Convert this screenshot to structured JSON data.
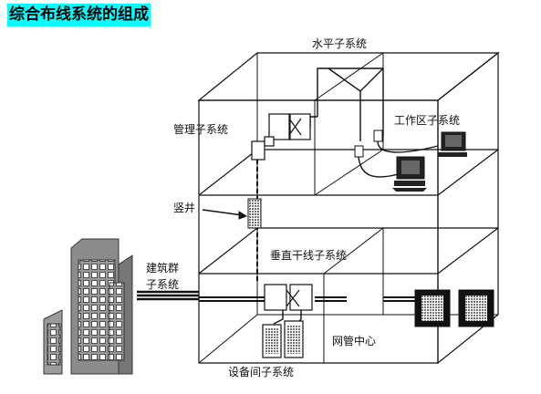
{
  "title": "综合布线系统的组成",
  "labels": {
    "horizontal": "水平子系统",
    "management": "管理子系统",
    "work_area": "工作区子系统",
    "shaft": "竖井",
    "vertical": "垂直干线子系统",
    "building_group_1": "建筑群",
    "building_group_2": "子系统",
    "network_center": "网管中心",
    "equipment_room": "设备间子系统"
  }
}
